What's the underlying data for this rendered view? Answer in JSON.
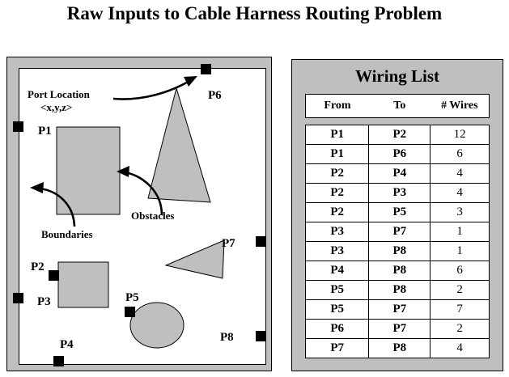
{
  "page": {
    "title": "Raw Inputs to Cable Harness Routing Problem"
  },
  "diagram": {
    "name": "routing-environment-diagram",
    "annotations": [
      {
        "id": "port-location",
        "line1": "Port Location",
        "line2": "<x,y,z>"
      },
      {
        "id": "obstacles",
        "label": "Obstacles"
      },
      {
        "id": "boundaries",
        "label": "Boundaries"
      }
    ],
    "ports": [
      {
        "id": "P1",
        "label": "P1"
      },
      {
        "id": "P2",
        "label": "P2"
      },
      {
        "id": "P3",
        "label": "P3"
      },
      {
        "id": "P4",
        "label": "P4"
      },
      {
        "id": "P5",
        "label": "P5"
      },
      {
        "id": "P6",
        "label": "P6"
      },
      {
        "id": "P7",
        "label": "P7"
      },
      {
        "id": "P8",
        "label": "P8"
      }
    ],
    "obstacle_shapes": [
      {
        "id": "rect-large",
        "type": "rectangle"
      },
      {
        "id": "rect-small",
        "type": "rectangle"
      },
      {
        "id": "triangle-upper",
        "type": "triangle"
      },
      {
        "id": "triangle-lower",
        "type": "triangle"
      },
      {
        "id": "ellipse",
        "type": "ellipse"
      }
    ],
    "colors": {
      "wall": "#bfbfbf",
      "interior": "#ffffff",
      "obstacle_fill": "#bfbfbf",
      "port": "#000000",
      "outline": "#000000"
    }
  },
  "wiring_list": {
    "title": "Wiring List",
    "columns": [
      "From",
      "To",
      "# Wires"
    ],
    "rows": [
      {
        "from": "P1",
        "to": "P2",
        "wires": "12"
      },
      {
        "from": "P1",
        "to": "P6",
        "wires": "6"
      },
      {
        "from": "P2",
        "to": "P4",
        "wires": "4"
      },
      {
        "from": "P2",
        "to": "P3",
        "wires": "4"
      },
      {
        "from": "P2",
        "to": "P5",
        "wires": "3"
      },
      {
        "from": "P3",
        "to": "P7",
        "wires": "1"
      },
      {
        "from": "P3",
        "to": "P8",
        "wires": "1"
      },
      {
        "from": "P4",
        "to": "P8",
        "wires": "6"
      },
      {
        "from": "P5",
        "to": "P8",
        "wires": "2"
      },
      {
        "from": "P5",
        "to": "P7",
        "wires": "7"
      },
      {
        "from": "P6",
        "to": "P7",
        "wires": "2"
      },
      {
        "from": "P7",
        "to": "P8",
        "wires": "4"
      }
    ]
  }
}
